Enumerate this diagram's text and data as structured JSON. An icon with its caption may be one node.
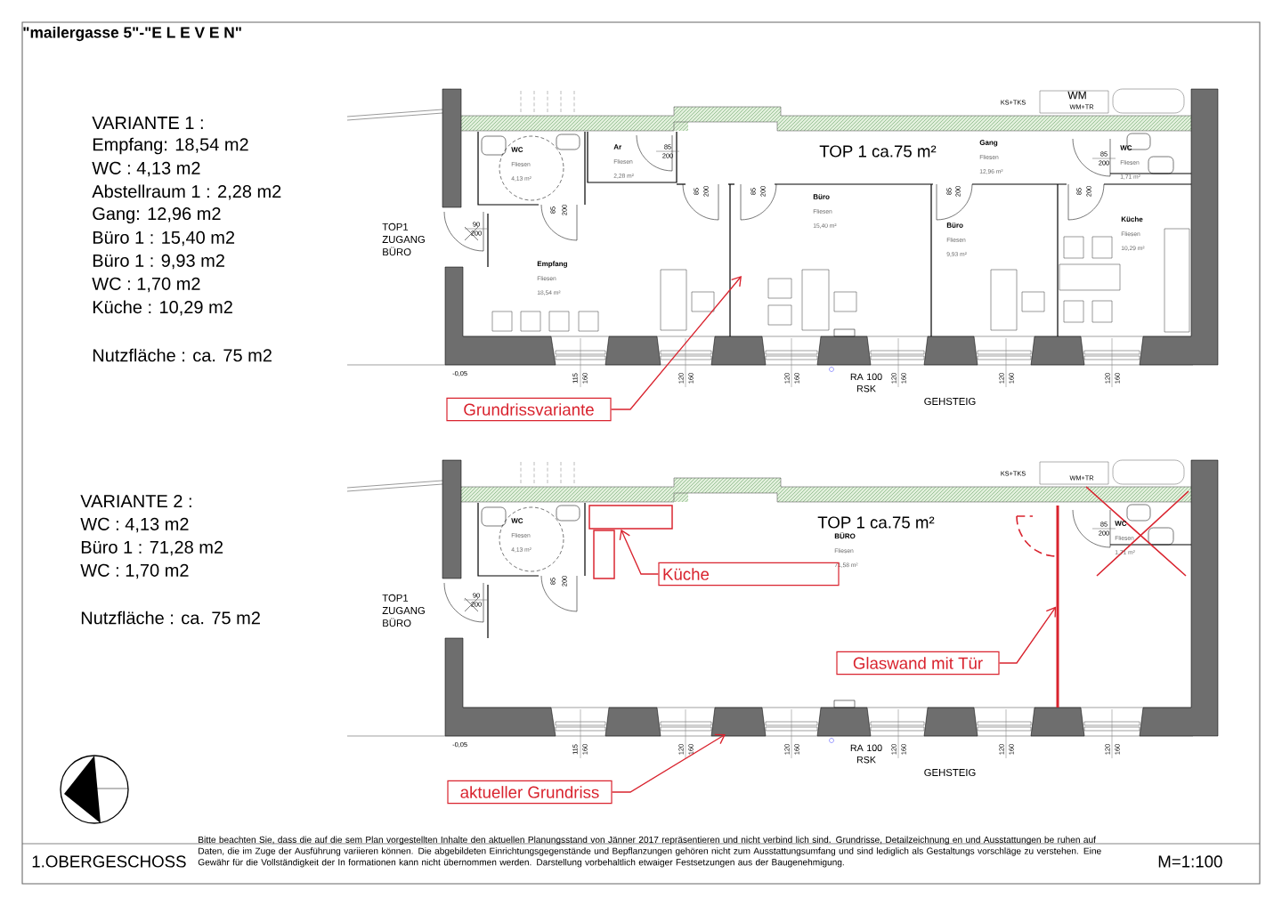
{
  "diagram": {
    "title": "\"mailergasse 5\"-\"E L E V E N\"",
    "nodes": [
      {
        "text": [
          "WC",
          "Fliesen",
          "4,13 m²"
        ]
      },
      {
        "text": [
          "Ar",
          "Fliesen",
          "2,28 m²"
        ]
      },
      {
        "text": [
          "Empfang",
          "Fliesen",
          "18,54 m²"
        ]
      },
      {
        "text": [
          "Büro",
          "Fliesen",
          "15,40 m²"
        ]
      },
      {
        "text": [
          "Büro",
          "Fliesen",
          "9,93 m²"
        ]
      },
      {
        "text": [
          "Gang",
          "Fliesen",
          "12,96 m²"
        ]
      },
      {
        "text": [
          "WC",
          "Fliesen",
          "1,71 m²"
        ]
      },
      {
        "text": [
          "Küche",
          "Fliesen",
          "10,29 m²"
        ]
      },
      {
        "text": [
          "Grundrissvariante"
        ]
      },
      {
        "text": [
          "WC",
          "Fliesen",
          "4,13 m²"
        ]
      },
      {
        "text": [
          "BÜRO",
          "Fliesen",
          "71,58 m²"
        ]
      },
      {
        "text": [
          "WC",
          "Fliesen",
          "1,71 m²"
        ]
      },
      {
        "text": [],
        "shape": "box"
      },
      {
        "text": [
          "Küche"
        ]
      },
      {
        "text": [],
        "shape": "bar"
      },
      {
        "text": [
          "Glaswand mit Tür"
        ]
      },
      {
        "text": [
          "aktueller Grundriss"
        ]
      }
    ],
    "edges": [
      {
        "from": 8,
        "to": null,
        "arrow": "to"
      },
      {
        "from": 13,
        "to": 12,
        "arrow": "to"
      },
      {
        "from": 15,
        "to": 14,
        "arrow": "to"
      },
      {
        "from": 16,
        "to": null,
        "arrow": "to"
      }
    ],
    "labels": [
      "VARIANTE 1 :",
      "Empfang: 18,54 m2",
      "WC : 4,13 m2",
      "Abstellraum 1 : 2,28 m2",
      "Gang: 12,96 m2",
      "Büro 1 : 15,40 m2",
      "Büro 1 : 9,93 m2",
      "WC : 1,70 m2",
      "Küche : 10,29 m2",
      "Nutzfläche : ca. 75 m2",
      "TOP 1 ca.75 m²",
      "TOP1 ZUGANG BÜRO",
      "RA 100 RSK",
      "GEHSTEIG",
      "-0,05",
      "KS+TKS",
      "WM",
      "WM+TR",
      "90",
      "200",
      "85",
      "200",
      "85",
      "200",
      "85",
      "200",
      "85",
      "200",
      "85",
      "200",
      "85",
      "200",
      "85",
      "200",
      "115",
      "160",
      "120",
      "160",
      "120",
      "160",
      "120",
      "160",
      "120",
      "160",
      "120",
      "160",
      "VARIANTE 2 :",
      "WC : 4,13 m2",
      "Büro 1 : 71,28 m2",
      "WC : 1,70 m2",
      "Nutzfläche : ca. 75 m2",
      "TOP 1 ca.75 m²",
      "TOP1 ZUGANG BÜRO",
      "RA 100 RSK",
      "GEHSTEIG",
      "-0,05",
      "KS+TKS",
      "WM+TR",
      "90",
      "200",
      "85",
      "200",
      "85",
      "200",
      "115",
      "160",
      "120",
      "160",
      "120",
      "160",
      "120",
      "160",
      "120",
      "160",
      "120",
      "160",
      "1.OBERGESCHOSS",
      "Bitte beachten Sie, dass die auf die sem Plan vorgestellten Inhalte den aktuellen Planungsstand von Jänner 2017 repräsentieren und nicht verbind lich sind. Grundrisse, Detailzeichnung en und Ausstattungen be ruhen auf Daten, die im Zuge der Ausführung variieren können. Die abgebildeten Einrichtungsgegenstände und Bepflanzungen gehören nicht zum Ausstattungsumfang und sind lediglich als Gestaltungs vorschläge zu verstehen. Eine Gewähr für die Vollständigkeit der In formationen kann nicht übernommen werden. Darstellung vorbehaltlich etwaiger Festsetzungen aus der Baugenehmigung.",
      "M=1:100"
    ]
  }
}
